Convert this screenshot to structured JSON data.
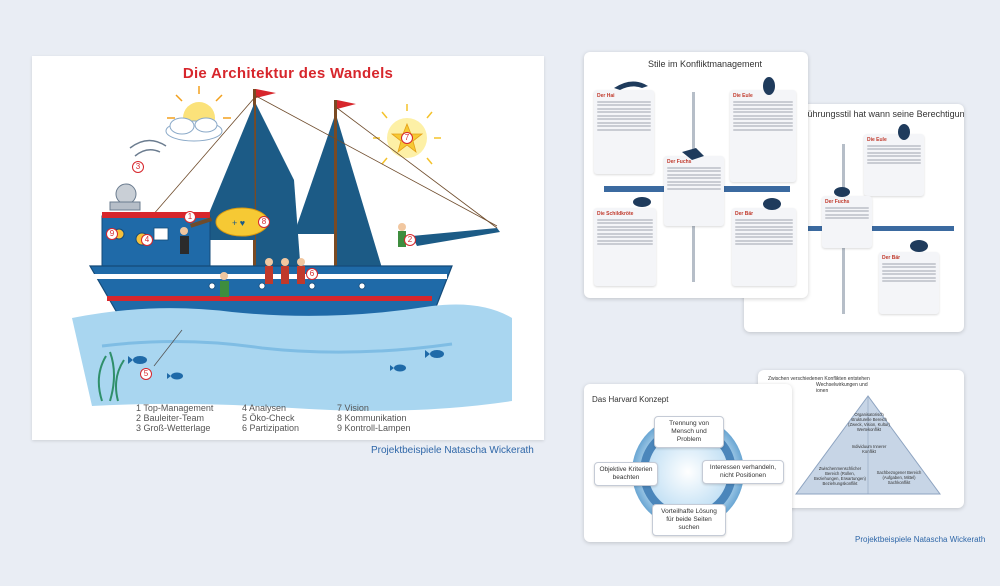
{
  "ship_panel": {
    "title": "Die Architektur des Wandels",
    "legend_col1": [
      "1 Top-Management",
      "2 Baulei­ter-Team",
      "3 Groß-Wetterlage"
    ],
    "legend_col2": [
      "4 Analysen",
      "5 Öko-Check",
      "6 Partizipation"
    ],
    "legend_col3": [
      "7 Vision",
      "8 Kommunikation",
      "9 Kontroll-Lampen"
    ],
    "markers": [
      "1",
      "2",
      "3",
      "4",
      "5",
      "6",
      "7",
      "8",
      "9"
    ]
  },
  "caption_left": "Projektbeispiele Natascha Wickerath",
  "conflict_card": {
    "title": "Stile im Konfliktmanagement",
    "animals": [
      {
        "name": "Der Hai"
      },
      {
        "name": "Die Eule"
      },
      {
        "name": "Der Fuchs"
      },
      {
        "name": "Die Schildkröte"
      },
      {
        "name": "Der Bär"
      }
    ]
  },
  "leadership_card": {
    "title": "Führungsstil hat wann seine Berechtigung?",
    "animals": [
      {
        "name": "Die Eule"
      },
      {
        "name": "Der Fuchs"
      },
      {
        "name": "Der Bär"
      }
    ]
  },
  "harvard_card": {
    "title": "Das Harvard Konzept",
    "boxes": [
      "Trennung von Mensch und Problem",
      "Interessen verhandeln, nicht Positionen",
      "Vorteilhafte Lösung für beide Seiten suchen",
      "Objektive Kriterien beachten"
    ]
  },
  "pyramid_card": {
    "title_line1": "Zwischen verschiedenen Konflikten entstehen",
    "title_line2": "Wechselwirkungen und",
    "title_line3": "ionen",
    "top_label": "Organisatorisch strukturelle Bereich (Zweck, Vision, Kultur) Wertekonflikt",
    "middle_label": "Individuum Innerer Konflikt",
    "left_label": "Zwischenmenschlicher Bereich (Rollen, Beziehungen, Erwartungen) Beziehungskonflikt",
    "right_label": "Sachbezogener Bereich (Aufgaben, Mittel) Sachkonflikt"
  },
  "caption_right": "Projektbeispiele Natascha Wickerath",
  "colors": {
    "title_red": "#d7262c",
    "sail_blue": "#1c5b86",
    "hull_blue": "#1f6aa8",
    "water_blue": "#a9d6f0",
    "caption_blue": "#2f67a8"
  }
}
